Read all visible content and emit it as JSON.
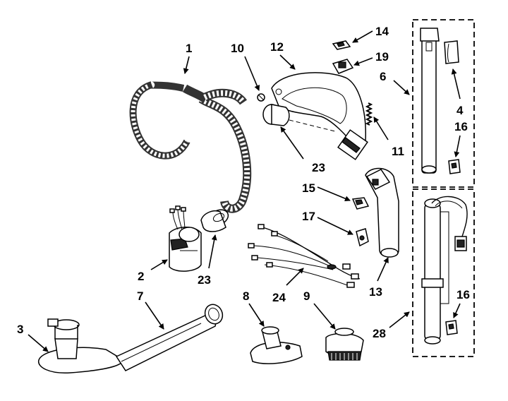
{
  "callouts": {
    "c1": "1",
    "c2": "2",
    "c3": "3",
    "c4": "4",
    "c6": "6",
    "c7": "7",
    "c8": "8",
    "c9": "9",
    "c10": "10",
    "c11": "11",
    "c12": "12",
    "c13": "13",
    "c14": "14",
    "c15": "15",
    "c16a": "16",
    "c16b": "16",
    "c17": "17",
    "c19": "19",
    "c23a": "23",
    "c23b": "23",
    "c24": "24",
    "c28": "28"
  }
}
